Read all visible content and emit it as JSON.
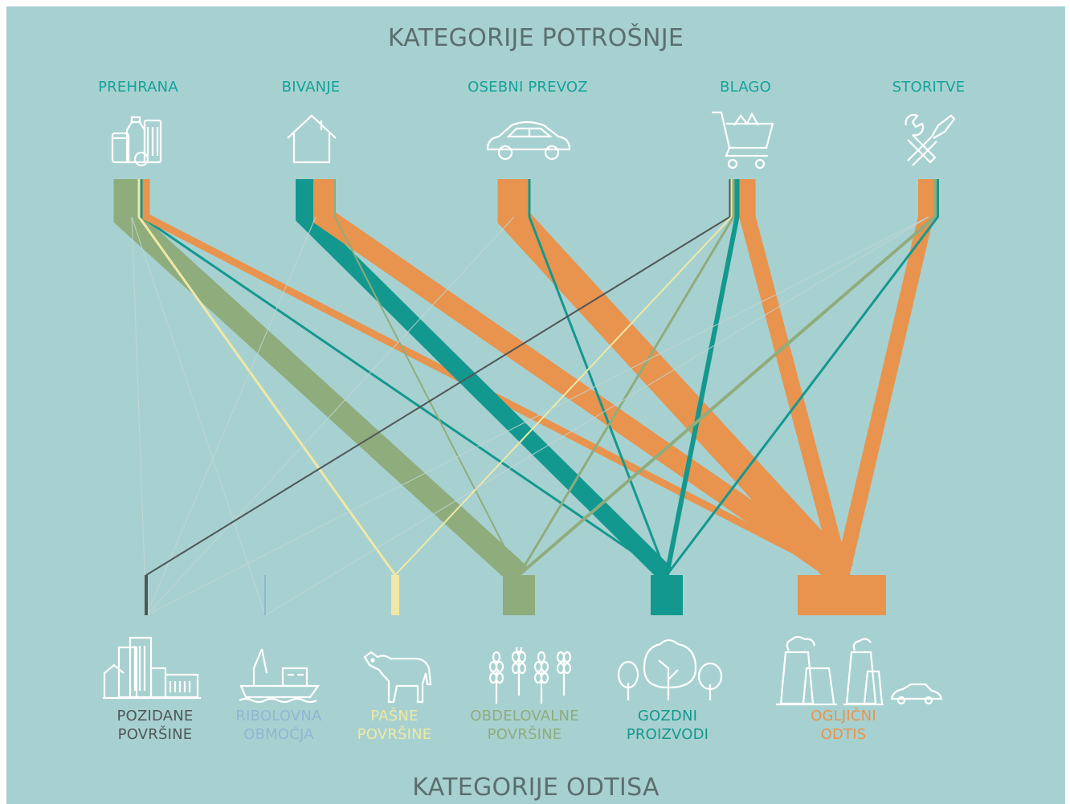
{
  "title_top": "KATEGORIJE POTROŠNJE",
  "title_bottom": "KATEGORIJE ODTISA",
  "colors": {
    "background": "#a7d1d0",
    "title": "#5b6e6e",
    "source_label": "#12a39a",
    "icon": "#ffffff",
    "thin_line": "#c2d6d3",
    "built": "#4f5656",
    "fish": "#8fb6d4",
    "grazing": "#f0e8a6",
    "crop": "#8fac7c",
    "forest": "#13988f",
    "carbon": "#e8934e"
  },
  "sources": [
    {
      "id": "prehrana",
      "label": "PREHRANA",
      "icon": "food-icon"
    },
    {
      "id": "bivanje",
      "label": "BIVANJE",
      "icon": "house-icon"
    },
    {
      "id": "prevoz",
      "label": "OSEBNI PREVOZ",
      "icon": "car-icon"
    },
    {
      "id": "blago",
      "label": "BLAGO",
      "icon": "shopping-cart-icon"
    },
    {
      "id": "storitve",
      "label": "STORITVE",
      "icon": "wrench-screwdriver-icon"
    }
  ],
  "targets": [
    {
      "id": "built",
      "line1": "POZIDANE",
      "line2": "POVRŠINE",
      "color": "#4f5656",
      "icon": "buildings-icon"
    },
    {
      "id": "fish",
      "line1": "RIBOLOVNA",
      "line2": "OBMOČJA",
      "color": "#8fb6d4",
      "icon": "fishing-boat-icon"
    },
    {
      "id": "grazing",
      "line1": "PAŠNE",
      "line2": "POVRŠINE",
      "color": "#f0e8a6",
      "icon": "cow-icon"
    },
    {
      "id": "crop",
      "line1": "OBDELOVALNE",
      "line2": "POVRŠINE",
      "color": "#8fac7c",
      "icon": "wheat-icon"
    },
    {
      "id": "forest",
      "line1": "GOZDNI",
      "line2": "PROIZVODI",
      "color": "#13988f",
      "icon": "trees-icon"
    },
    {
      "id": "carbon",
      "line1": "OGLJIČNI",
      "line2": "ODTIS",
      "color": "#e8934e",
      "icon": "factory-car-icon"
    }
  ],
  "flows": [
    {
      "from": "prehrana",
      "to": "crop",
      "type": "crop",
      "weight": 30
    },
    {
      "from": "prehrana",
      "to": "grazing",
      "type": "grazing",
      "weight": 3
    },
    {
      "from": "prehrana",
      "to": "forest",
      "type": "forest",
      "weight": 3
    },
    {
      "from": "prehrana",
      "to": "carbon",
      "type": "carbon",
      "weight": 9
    },
    {
      "from": "prehrana",
      "to": "built",
      "type": "thin",
      "weight": 1
    },
    {
      "from": "prehrana",
      "to": "fish",
      "type": "thin",
      "weight": 1
    },
    {
      "from": "bivanje",
      "to": "forest",
      "type": "forest",
      "weight": 22
    },
    {
      "from": "bivanje",
      "to": "carbon",
      "type": "carbon",
      "weight": 26
    },
    {
      "from": "bivanje",
      "to": "crop",
      "type": "crop",
      "weight": 2
    },
    {
      "from": "bivanje",
      "to": "built",
      "type": "thin",
      "weight": 1
    },
    {
      "from": "prevoz",
      "to": "carbon",
      "type": "carbon",
      "weight": 38
    },
    {
      "from": "prevoz",
      "to": "forest",
      "type": "forest",
      "weight": 3
    },
    {
      "from": "prevoz",
      "to": "built",
      "type": "thin",
      "weight": 1
    },
    {
      "from": "blago",
      "to": "built",
      "type": "built",
      "weight": 2
    },
    {
      "from": "blago",
      "to": "grazing",
      "type": "grazing",
      "weight": 2
    },
    {
      "from": "blago",
      "to": "crop",
      "type": "crop",
      "weight": 3
    },
    {
      "from": "blago",
      "to": "forest",
      "type": "forest",
      "weight": 6
    },
    {
      "from": "blago",
      "to": "carbon",
      "type": "carbon",
      "weight": 20
    },
    {
      "from": "storitve",
      "to": "carbon",
      "type": "carbon",
      "weight": 19
    },
    {
      "from": "storitve",
      "to": "crop",
      "type": "crop",
      "weight": 4
    },
    {
      "from": "storitve",
      "to": "forest",
      "type": "forest",
      "weight": 3
    },
    {
      "from": "storitve",
      "to": "built",
      "type": "thin",
      "weight": 1
    },
    {
      "from": "storitve",
      "to": "fish",
      "type": "thin",
      "weight": 1
    }
  ]
}
